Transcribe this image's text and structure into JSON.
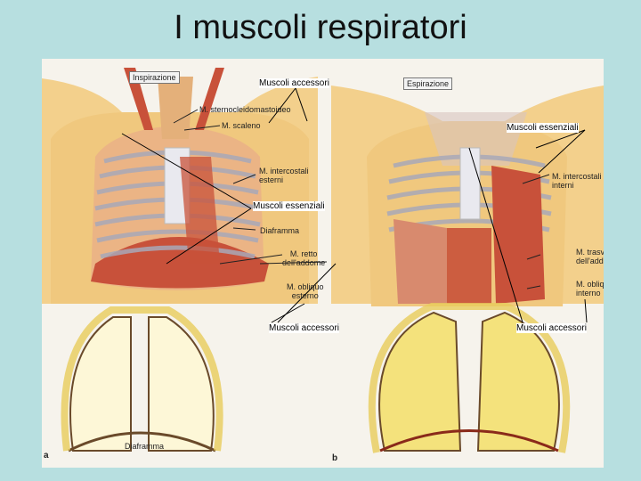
{
  "slide": {
    "title": "I muscoli respiratori"
  },
  "figure": {
    "box_inspiration": "Inspirazione",
    "box_expiration": "Espirazione",
    "labels_left": {
      "sternocleidomastoid": "M. sternocleidomastoideo",
      "scalene": "M. scaleno",
      "external_intercostals": "M. intercostali\nesterni",
      "diaphragm": "Diaframma"
    },
    "labels_right": {
      "internal_intercostals": "M. intercostali\ninterni",
      "transverse_abdominis": "M. trasverso\ndell'addome",
      "internal_oblique": "M. obliquo\ninterno"
    },
    "labels_center": {
      "rectus_abdominis": "M. retto\ndell'addome",
      "external_oblique": "M. obliquo\nesterno"
    },
    "bottom_left_label": "Diaframma",
    "letter_a": "a",
    "letter_b": "b"
  },
  "annotations": {
    "accessory_top": "Muscoli accessori",
    "essential_right": "Muscoli essenziali",
    "essential_left": "Muscoli essenziali",
    "accessory_center": "Muscoli accessori",
    "accessory_right": "Muscoli accessori"
  },
  "colors": {
    "background": "#b7dfe0",
    "skin": "#f3d08c",
    "muscle": "#c8513a",
    "rib": "#e9e9ef",
    "lung": "#f4e27c"
  }
}
